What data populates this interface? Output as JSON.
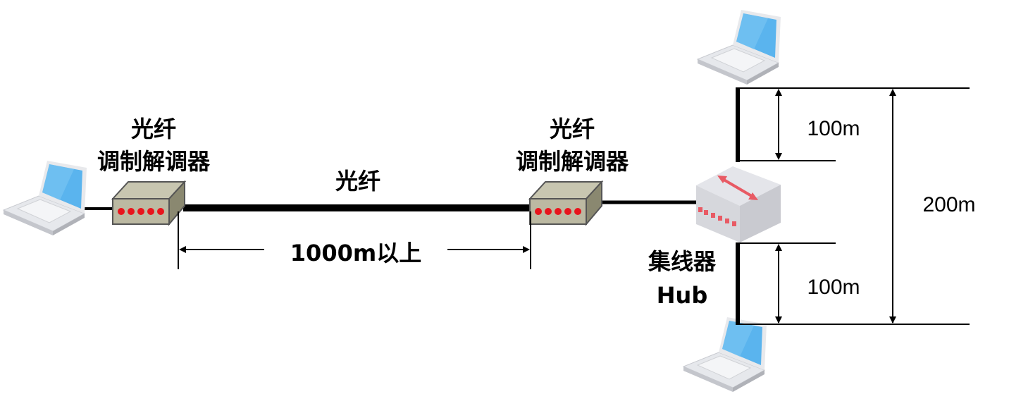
{
  "labels": {
    "modem_left_line1": "光纤",
    "modem_left_line2": "调制解调器",
    "modem_right_line1": "光纤",
    "modem_right_line2": "调制解调器",
    "fiber": "光纤",
    "fiber_distance": "1000m以上",
    "hub_line1": "集线器",
    "hub_line2": "Hub",
    "upper_segment": "100m",
    "lower_segment": "100m",
    "total_span": "200m"
  },
  "colors": {
    "laptop_screen": "#5ab4ee",
    "modem_body": "#c8c6b0",
    "modem_led": "#e8141c",
    "hub_body": "#dcdde2",
    "hub_accent": "#e85a64"
  }
}
